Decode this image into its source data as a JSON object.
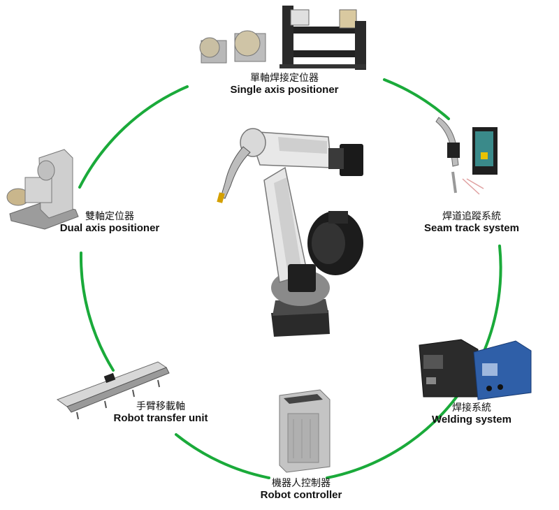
{
  "diagram": {
    "ring_color": "#1aaa3a",
    "center": {
      "name": "welding robot arm"
    },
    "nodes": [
      {
        "id": "single-axis",
        "zh": "單軸焊接定位器",
        "en": "Single axis positioner"
      },
      {
        "id": "seam-track",
        "zh": "焊道追蹤系統",
        "en": "Seam track system"
      },
      {
        "id": "welding-system",
        "zh": "焊接系統",
        "en": "Welding system"
      },
      {
        "id": "robot-controller",
        "zh": "機器人控制器",
        "en": "Robot controller"
      },
      {
        "id": "robot-transfer",
        "zh": "手臂移載軸",
        "en": "Robot transfer unit"
      },
      {
        "id": "dual-axis",
        "zh": "雙軸定位器",
        "en": "Dual axis positioner"
      }
    ]
  }
}
